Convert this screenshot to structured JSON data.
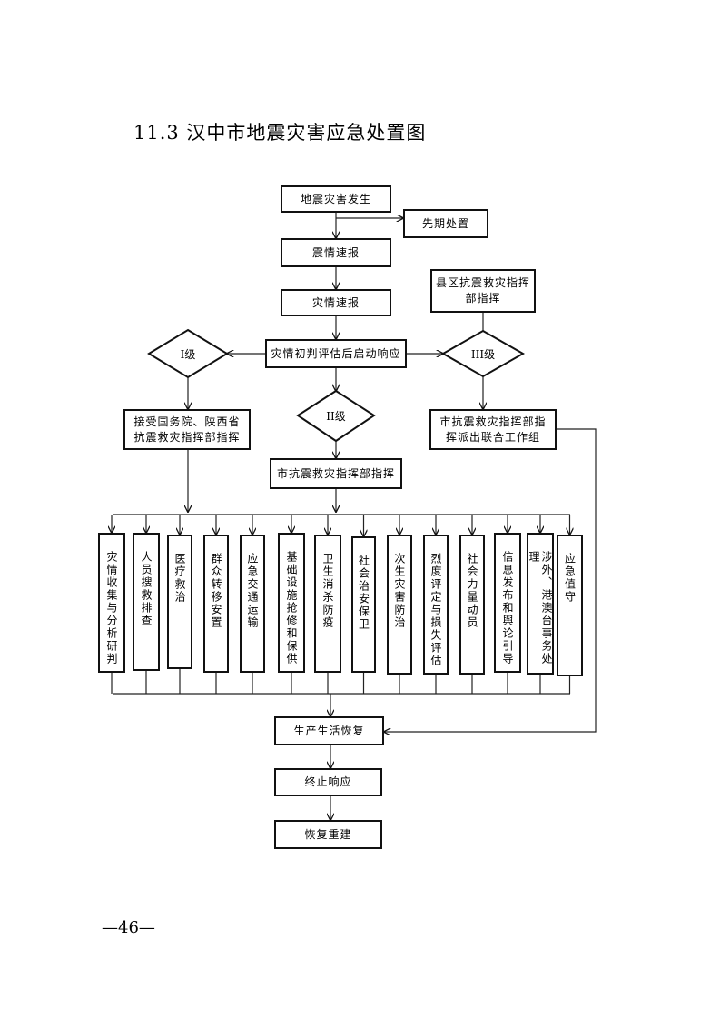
{
  "title": "11.3 汉中市地震灾害应急处置图",
  "page_number": "—46—",
  "nodes": {
    "quake": "地震灾害发生",
    "early": "先期处置",
    "quake_report": "震情速报",
    "disaster_report": "灾情速报",
    "assess": "灾情初判评估后启动响应",
    "level1": "I级",
    "level2": "II级",
    "level3": "III级",
    "county_hq": "县区抗震救灾指挥部指挥",
    "state_hq": "接受国务院、陕西省抗震救灾指挥部指挥",
    "city_hq": "市抗震救灾指挥部指挥",
    "city_team": "市抗震救灾指挥部指挥派出联合工作组",
    "recovery": "生产生活恢复",
    "end": "终止响应",
    "rebuild": "恢复重建"
  },
  "tasks": [
    "灾情收集与分析研判",
    "人员搜救排查",
    "医疗救治",
    "群众转移安置",
    "应急交通运输",
    "基础设施抢修和保供",
    "卫生消杀防疫",
    "社会治安保卫",
    "次生灾害防治",
    "烈度评定与损失评估",
    "社会力量动员",
    "信息发布和舆论引导",
    "涉外、港澳台事务处理",
    "应急值守"
  ]
}
